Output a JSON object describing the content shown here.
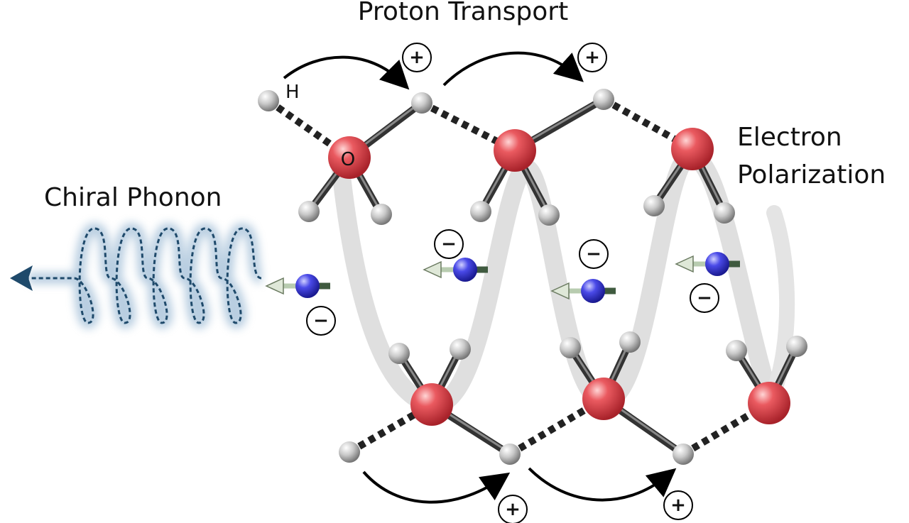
{
  "title": "Proton Transport",
  "labels": {
    "electron_line1": "Electron",
    "electron_line2": "Polarization",
    "phonon": "Chiral Phonon",
    "hydrogen": "H",
    "oxygen": "O"
  },
  "signs": {
    "plus": "+",
    "minus": "-"
  },
  "colors": {
    "oxygen": "#e0454d",
    "hydrogen": "#c8c8c8",
    "electron": "#3a3ae0",
    "phonon": "#1f4a6b",
    "helix": "#d8d8d8"
  }
}
